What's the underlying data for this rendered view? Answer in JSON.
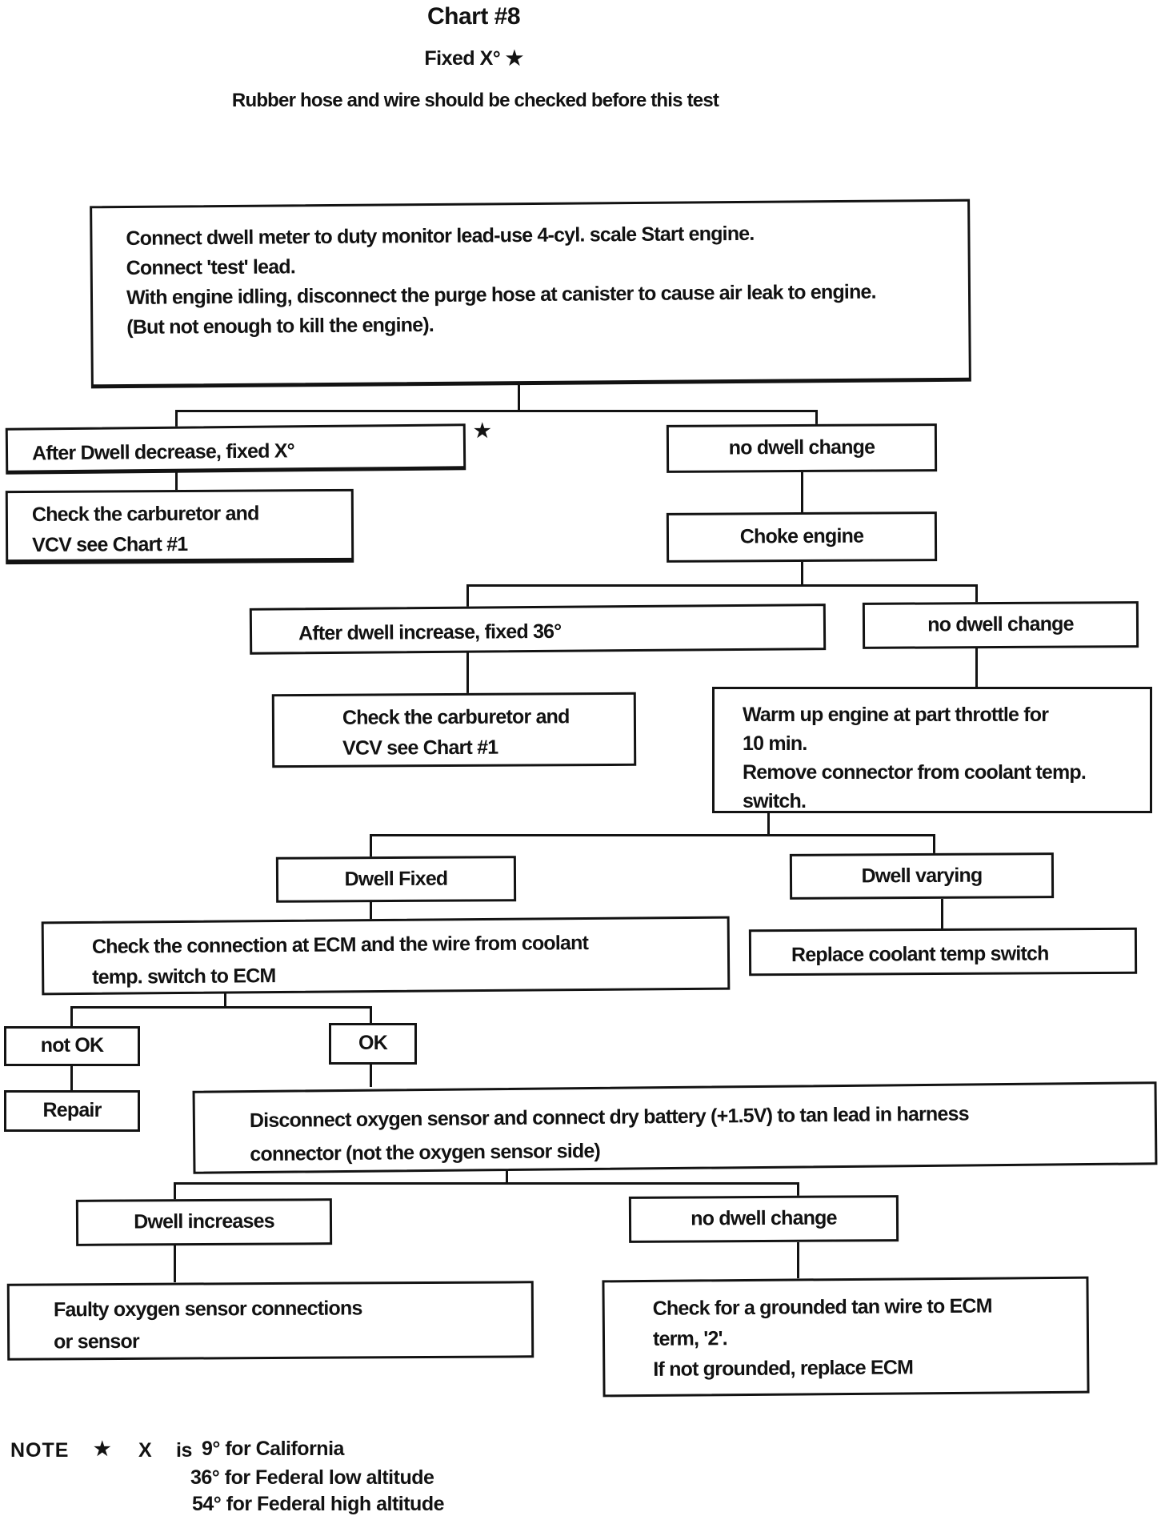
{
  "header": {
    "title": "Chart #8",
    "subtitle": "Fixed X° ★",
    "precheck": "Rubber hose and wire should be checked before this test"
  },
  "flowchart": {
    "start": {
      "lines": [
        "Connect dwell meter to duty monitor lead-use 4-cyl. scale Start engine.",
        "Connect 'test' lead.",
        "With engine idling, disconnect the purge hose at canister to cause air leak to engine.",
        "(But not enough to kill the engine)."
      ]
    },
    "after_dwell_decrease": {
      "label": "After Dwell decrease, fixed X°",
      "marker": "★"
    },
    "no_dwell_change_1": {
      "label": "no dwell change"
    },
    "check_carburetor_1": {
      "lines": [
        "Check the carburetor and",
        "VCV see Chart #1"
      ]
    },
    "choke_engine": {
      "label": "Choke engine"
    },
    "after_dwell_increase": {
      "label": "After dwell increase, fixed 36°"
    },
    "no_dwell_change_2": {
      "label": "no dwell change"
    },
    "check_carburetor_2": {
      "lines": [
        "Check the carburetor and",
        "VCV see Chart #1"
      ]
    },
    "warm_up": {
      "lines": [
        "Warm up engine at part throttle for",
        "10 min.",
        "Remove connector from coolant temp.",
        "switch."
      ]
    },
    "dwell_fixed": {
      "label": "Dwell Fixed"
    },
    "dwell_varying": {
      "label": "Dwell varying"
    },
    "check_ecm_connection": {
      "lines": [
        "Check the connection at ECM and the wire from coolant",
        "temp. switch to ECM"
      ]
    },
    "replace_coolant_temp_switch": {
      "label": "Replace coolant temp switch"
    },
    "not_ok": {
      "label": "not OK"
    },
    "ok": {
      "label": "OK"
    },
    "repair": {
      "label": "Repair"
    },
    "disconnect_oxygen_sensor": {
      "lines": [
        "Disconnect oxygen sensor and connect dry battery (+1.5V) to tan lead in harness",
        "connector (not the oxygen sensor side)"
      ]
    },
    "dwell_increases": {
      "label": "Dwell increases"
    },
    "no_dwell_change_3": {
      "label": "no dwell change"
    },
    "faulty_oxygen_sensor": {
      "lines": [
        "Faulty oxygen sensor connections",
        "or sensor"
      ]
    },
    "check_grounded_wire": {
      "lines": [
        "Check for a grounded tan wire to ECM",
        "term, '2'.",
        "If not grounded, replace ECM"
      ]
    }
  },
  "note": {
    "label": "NOTE",
    "marker": "★",
    "variable": "X",
    "verb": "is",
    "values": [
      "9° for California",
      "36° for Federal low altitude",
      "54° for Federal high altitude"
    ]
  }
}
